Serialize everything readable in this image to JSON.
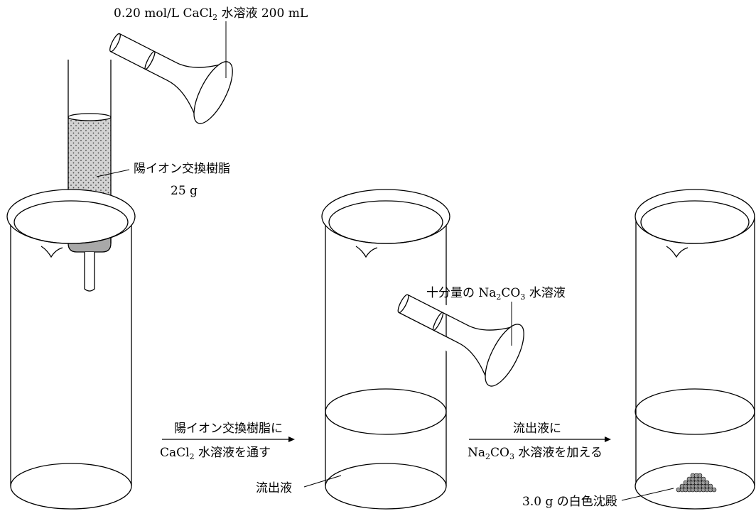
{
  "labels": {
    "flask1": {
      "pre": "0.20 mol/L CaCl",
      "sub": "2",
      "post": " 水溶液 200 mL"
    },
    "resin_name": "陽イオン交換樹脂",
    "resin_mass": "25 g",
    "flask2": {
      "pre": "十分量の Na",
      "sub1": "2",
      "mid": "CO",
      "sub2": "3",
      "post": " 水溶液"
    },
    "arrow1_top": "陽イオン交換樹脂に",
    "arrow1_bottom": {
      "pre": "CaCl",
      "sub": "2",
      "post": " 水溶液を通す"
    },
    "effluent": "流出液",
    "arrow2_top": "流出液に",
    "arrow2_bottom": {
      "pre": "Na",
      "sub1": "2",
      "mid": "CO",
      "sub2": "3",
      "post": " 水溶液を加える"
    },
    "precipitate": "3.0 g の白色沈殿"
  },
  "colors": {
    "line": "#000000",
    "resin_fill": "#d2d2d2",
    "resin_dots": "#444444",
    "resin_plug": "#a8a8a8",
    "precipitate_fill": "#9a9a9a"
  }
}
